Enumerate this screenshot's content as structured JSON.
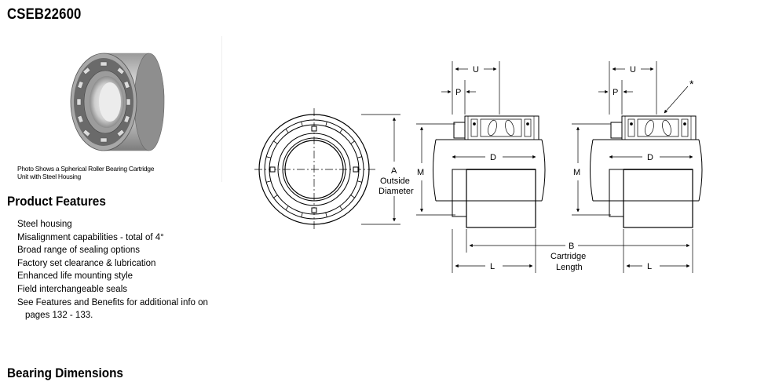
{
  "page": {
    "title": "CSEB22600"
  },
  "photo": {
    "caption_line1": "Photo Shows a Spherical Roller Bearing Cartridge",
    "caption_line2": "Unit with Steel Housing"
  },
  "features": {
    "heading": "Product Features",
    "items": [
      "Steel housing",
      "Misalignment capabilities - total of 4°",
      "Broad range of sealing options",
      "Factory set clearance & lubrication",
      "Enhanced life mounting style",
      "Field interchangeable seals",
      "See Features and Benefits for additional info on"
    ],
    "last_item_continuation": "pages 132 - 133."
  },
  "bearing_dimensions": {
    "heading": "Bearing Dimensions"
  },
  "diagram": {
    "label_a": "A",
    "label_outside": "Outside",
    "label_diameter": "Diameter",
    "label_m": "M",
    "label_u": "U",
    "label_p": "P",
    "label_d": "D",
    "label_b": "B",
    "label_cartridge": "Cartridge",
    "label_length": "Length",
    "label_l": "L",
    "label_star": "*"
  }
}
